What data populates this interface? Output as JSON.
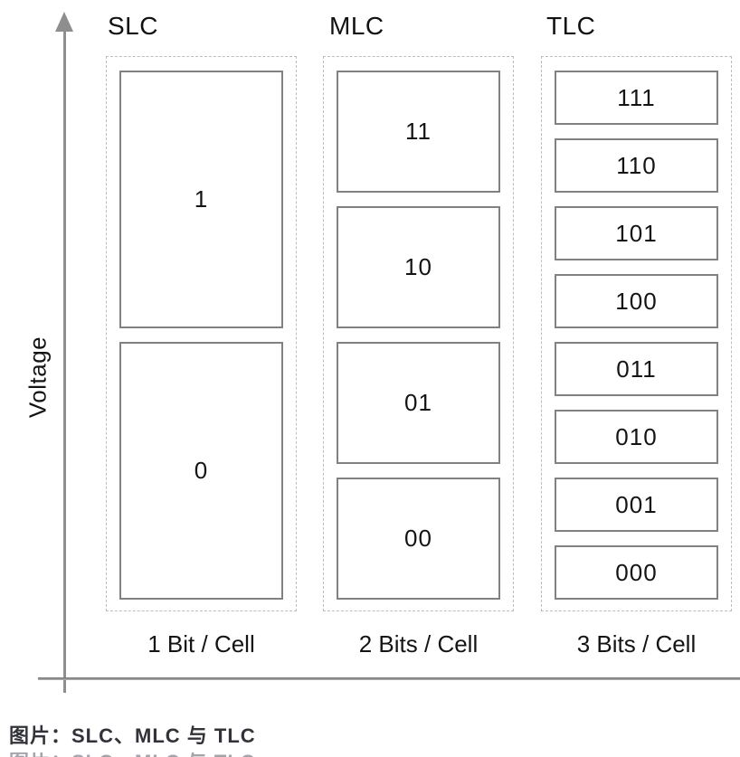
{
  "diagram": {
    "y_axis_label": "Voltage",
    "columns": [
      {
        "name": "SLC",
        "bits_label": "1 Bit / Cell",
        "levels": [
          "1",
          "0"
        ]
      },
      {
        "name": "MLC",
        "bits_label": "2 Bits / Cell",
        "levels": [
          "11",
          "10",
          "01",
          "00"
        ]
      },
      {
        "name": "TLC",
        "bits_label": "3 Bits / Cell",
        "levels": [
          "111",
          "110",
          "101",
          "100",
          "011",
          "010",
          "001",
          "000"
        ]
      }
    ]
  },
  "caption": "图片：SLC、MLC 与 TLC",
  "colors": {
    "box_border": "#818181",
    "dashed_border": "#bdbdbd",
    "axis": "#8e8e8e",
    "text": "#141414",
    "caption_text": "#32323a",
    "background": "#ffffff"
  }
}
